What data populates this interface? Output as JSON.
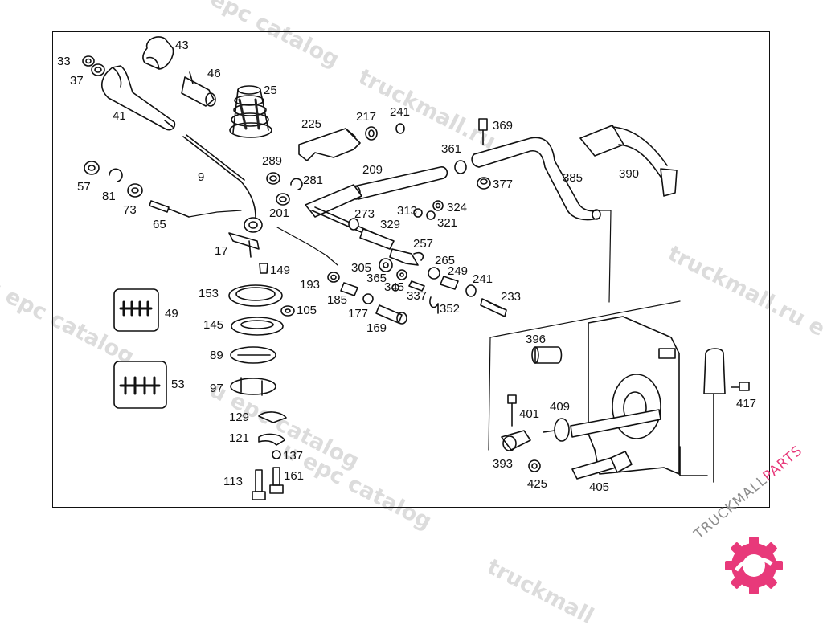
{
  "watermarks": [
    {
      "text": "u epc catalog"
    },
    {
      "text": "truckmall.ru"
    },
    {
      "text": "u epc catalog"
    },
    {
      "text": "truckmall.ru e"
    },
    {
      "text": "u epc catalog"
    },
    {
      "text": "u epc catalog"
    },
    {
      "text": "truckmall"
    }
  ],
  "part_labels": [
    {
      "id": "33"
    },
    {
      "id": "37"
    },
    {
      "id": "41"
    },
    {
      "id": "43"
    },
    {
      "id": "46"
    },
    {
      "id": "25"
    },
    {
      "id": "9"
    },
    {
      "id": "57"
    },
    {
      "id": "81"
    },
    {
      "id": "73"
    },
    {
      "id": "65"
    },
    {
      "id": "17"
    },
    {
      "id": "225"
    },
    {
      "id": "217"
    },
    {
      "id": "241"
    },
    {
      "id": "369"
    },
    {
      "id": "361"
    },
    {
      "id": "377"
    },
    {
      "id": "385"
    },
    {
      "id": "390"
    },
    {
      "id": "289"
    },
    {
      "id": "281"
    },
    {
      "id": "209"
    },
    {
      "id": "201"
    },
    {
      "id": "273"
    },
    {
      "id": "313"
    },
    {
      "id": "324"
    },
    {
      "id": "321"
    },
    {
      "id": "329"
    },
    {
      "id": "257"
    },
    {
      "id": "149"
    },
    {
      "id": "193"
    },
    {
      "id": "305"
    },
    {
      "id": "365"
    },
    {
      "id": "265"
    },
    {
      "id": "249"
    },
    {
      "id": "241"
    },
    {
      "id": "153"
    },
    {
      "id": "345"
    },
    {
      "id": "337"
    },
    {
      "id": "233"
    },
    {
      "id": "185"
    },
    {
      "id": "105"
    },
    {
      "id": "352"
    },
    {
      "id": "145"
    },
    {
      "id": "177"
    },
    {
      "id": "169"
    },
    {
      "id": "49"
    },
    {
      "id": "396"
    },
    {
      "id": "89"
    },
    {
      "id": "53"
    },
    {
      "id": "97"
    },
    {
      "id": "417"
    },
    {
      "id": "409"
    },
    {
      "id": "401"
    },
    {
      "id": "129"
    },
    {
      "id": "121"
    },
    {
      "id": "393"
    },
    {
      "id": "137"
    },
    {
      "id": "425"
    },
    {
      "id": "113"
    },
    {
      "id": "161"
    },
    {
      "id": "405"
    }
  ],
  "logo": {
    "text_main": "TRUCKMALL",
    "text_accent": "PARTS",
    "accent_color": "#e8397a",
    "gray_color": "#8c8c8c"
  }
}
